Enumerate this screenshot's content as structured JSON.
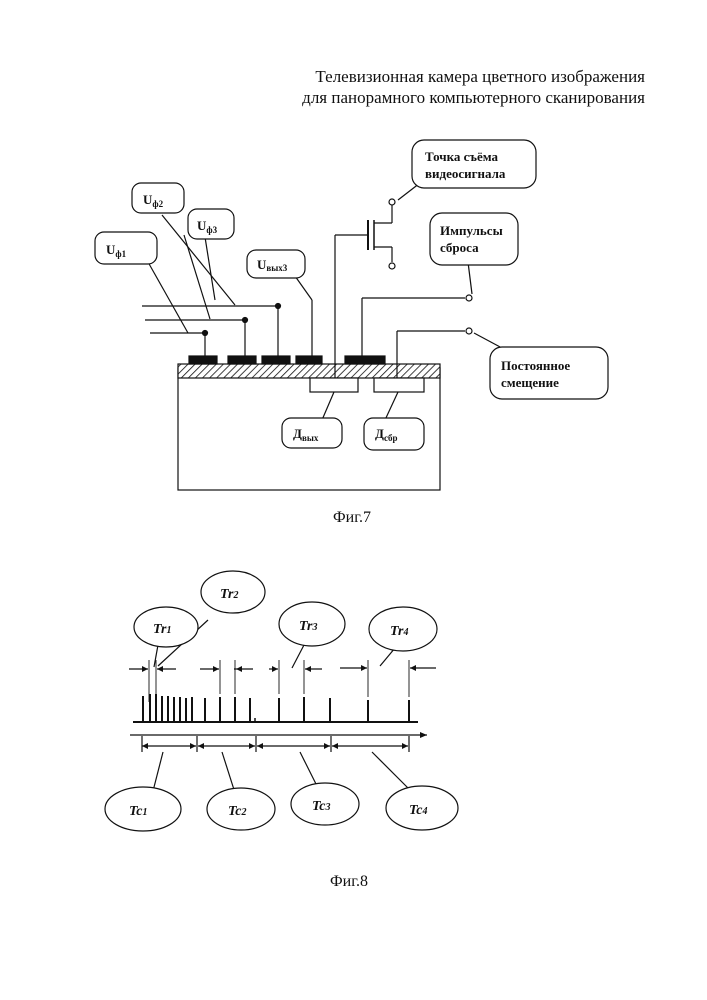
{
  "header": {
    "line1": "Телевизионная камера цветного изображения",
    "line2": "для панорамного компьютерного сканирования"
  },
  "fig7": {
    "caption": "Фиг.7",
    "uf2": {
      "main": "U",
      "sub": "ф2"
    },
    "uf3": {
      "main": "U",
      "sub": "ф3"
    },
    "uf1": {
      "main": "U",
      "sub": "ф1"
    },
    "uvyx3": {
      "main": "U",
      "sub": "вых3"
    },
    "point_line1": "Точка съёма",
    "point_line2": "видеосигнала",
    "reset_line1": "Импульсы",
    "reset_line2": "сброса",
    "bias_line1": "Постоянное",
    "bias_line2": "смещение",
    "d_out": {
      "main": "Д",
      "sub": "вых"
    },
    "d_reset": {
      "main": "Д",
      "sub": "сбр"
    }
  },
  "fig8": {
    "caption": "Фиг.8",
    "tr1": {
      "main": "Tr",
      "sub": "1"
    },
    "tr2": {
      "main": "Tr",
      "sub": "2"
    },
    "tr3": {
      "main": "Tr",
      "sub": "3"
    },
    "tr4": {
      "main": "Tr",
      "sub": "4"
    },
    "tc1": {
      "main": "Tc",
      "sub": "1"
    },
    "tc2": {
      "main": "Tc",
      "sub": "2"
    },
    "tc3": {
      "main": "Tc",
      "sub": "3"
    },
    "tc4": {
      "main": "Tc",
      "sub": "4"
    }
  }
}
